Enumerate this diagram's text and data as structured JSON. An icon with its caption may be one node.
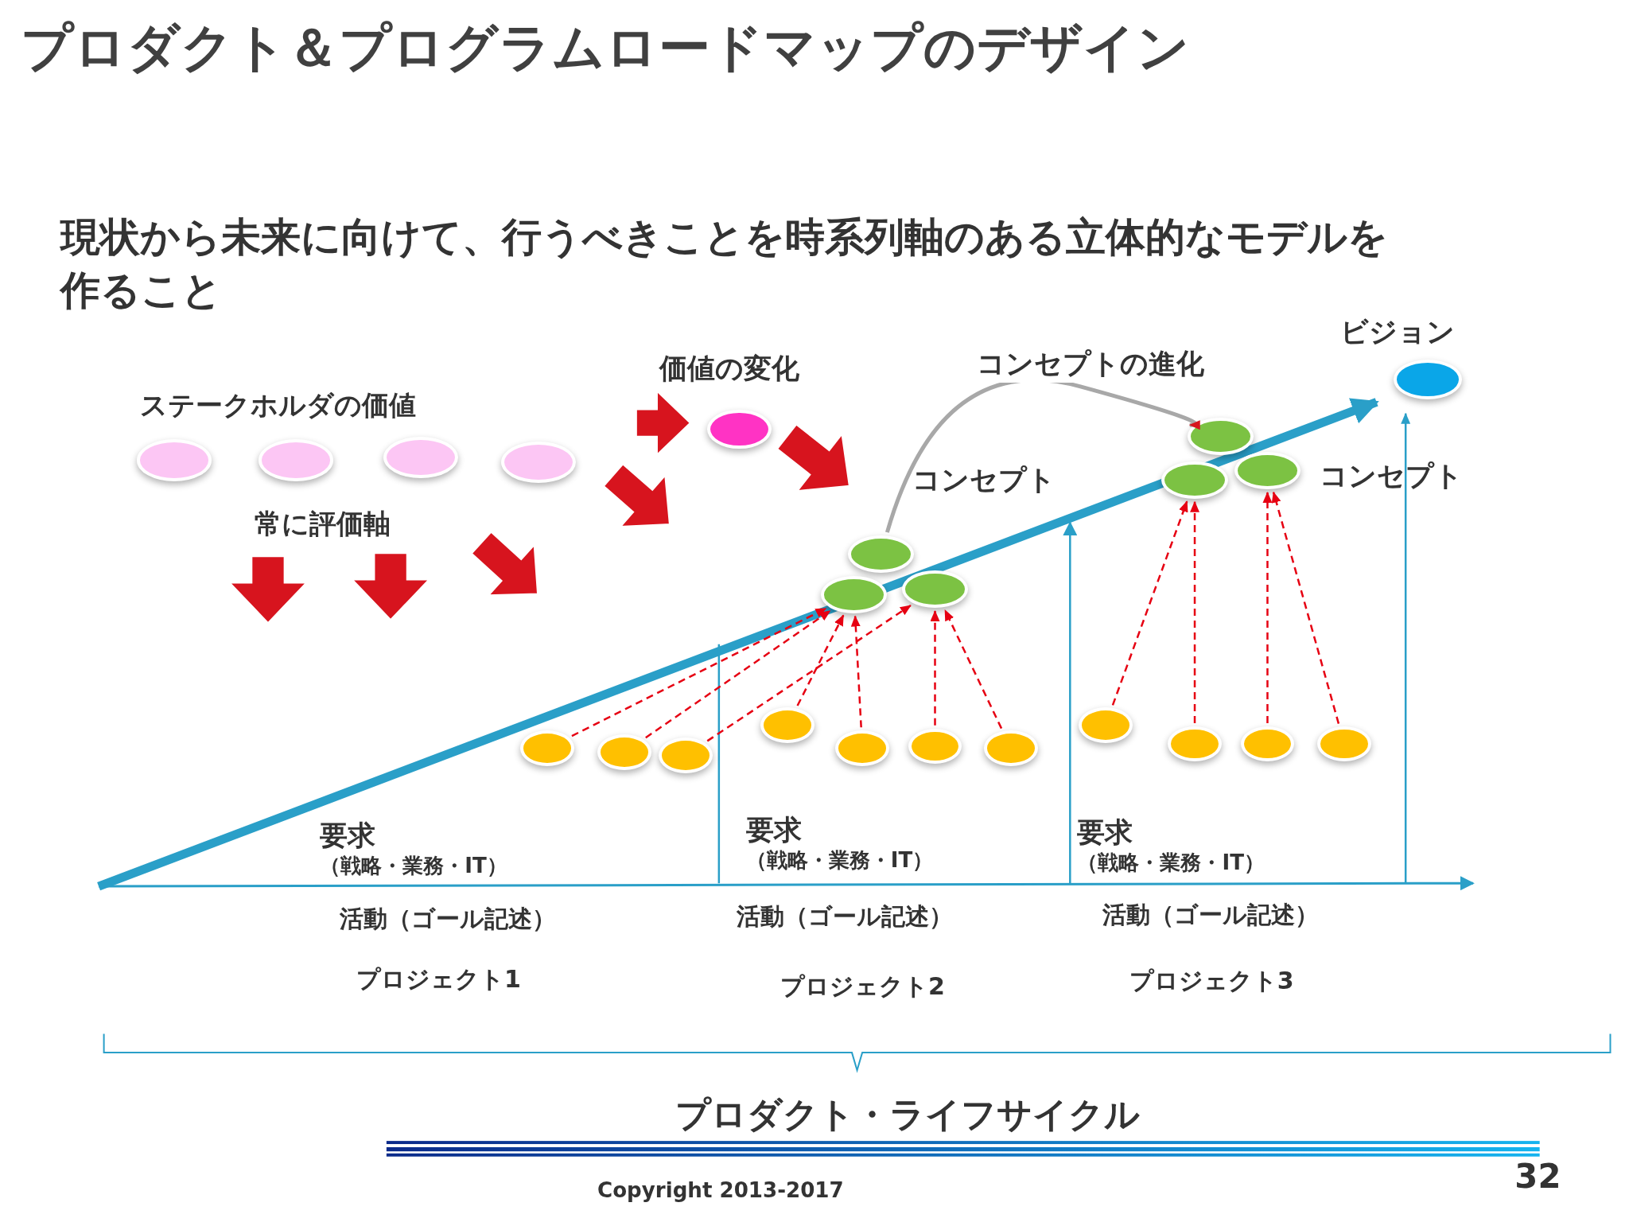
{
  "diagram": {
    "title": "プロダクト＆プログラムロードマップのデザイン",
    "nodes": [
      {
        "text": [],
        "shape": "circle"
      },
      {
        "text": [],
        "shape": "circle"
      },
      {
        "text": [],
        "shape": "circle"
      },
      {
        "text": [],
        "shape": "circle"
      },
      {
        "text": [],
        "shape": "circle",
        "beside": [
          "価値の変化"
        ]
      },
      {
        "text": [],
        "shape": "circle"
      },
      {
        "text": [],
        "shape": "circle"
      },
      {
        "text": [],
        "shape": "circle"
      },
      {
        "text": [],
        "shape": "circle"
      },
      {
        "text": [],
        "shape": "circle"
      },
      {
        "text": [],
        "shape": "circle"
      },
      {
        "text": [],
        "shape": "circle",
        "beside": [
          "ビジョン"
        ]
      },
      {
        "text": [],
        "shape": "circle"
      },
      {
        "text": [],
        "shape": "circle"
      },
      {
        "text": [],
        "shape": "circle"
      },
      {
        "text": [],
        "shape": "circle"
      },
      {
        "text": [],
        "shape": "circle"
      },
      {
        "text": [],
        "shape": "circle"
      },
      {
        "text": [],
        "shape": "circle"
      },
      {
        "text": [],
        "shape": "circle"
      },
      {
        "text": [],
        "shape": "circle"
      },
      {
        "text": [],
        "shape": "circle"
      },
      {
        "text": [],
        "shape": "circle"
      }
    ],
    "edges": [
      {
        "from": 12,
        "to": 6,
        "arrow": "to",
        "style": "dashed"
      },
      {
        "from": 13,
        "to": 6,
        "arrow": "to",
        "style": "dashed"
      },
      {
        "from": 14,
        "to": 7,
        "arrow": "to",
        "style": "dashed"
      },
      {
        "from": 15,
        "to": 6,
        "arrow": "to",
        "style": "dashed"
      },
      {
        "from": 16,
        "to": 6,
        "arrow": "to",
        "style": "dashed"
      },
      {
        "from": 17,
        "to": 7,
        "arrow": "to",
        "style": "dashed"
      },
      {
        "from": 18,
        "to": 7,
        "arrow": "to",
        "style": "dashed"
      },
      {
        "from": 19,
        "to": 9,
        "arrow": "to",
        "style": "dashed"
      },
      {
        "from": 20,
        "to": 9,
        "arrow": "to",
        "style": "dashed"
      },
      {
        "from": 21,
        "to": 10,
        "arrow": "to",
        "style": "dashed"
      },
      {
        "from": 22,
        "to": 10,
        "arrow": "to",
        "style": "dashed"
      },
      {
        "from": 5,
        "to": 8,
        "arrow": "to",
        "label": "コンセプトの進化",
        "color": "#a8a8a8"
      },
      {
        "from": null,
        "to": 11,
        "arrow": "to",
        "color": "#2a9fc8"
      }
    ],
    "labels": [
      "現状から未来に向けて、行うべきことを時系列軸のある立体的なモデルを作ること",
      "ステークホルダの価値",
      "常に評価軸",
      "コンセプト",
      "コンセプト",
      "要求",
      "（戦略・業務・IT）",
      "要求",
      "（戦略・業務・IT）",
      "要求",
      "（戦略・業務・IT）",
      "活動（ゴール記述）",
      "活動（ゴール記述）",
      "活動（ゴール記述）",
      "プロジェクト1",
      "プロジェクト2",
      "プロジェクト3",
      "プロダクト・ライフサイクル",
      "Copyright 2013-2017",
      "32"
    ]
  }
}
